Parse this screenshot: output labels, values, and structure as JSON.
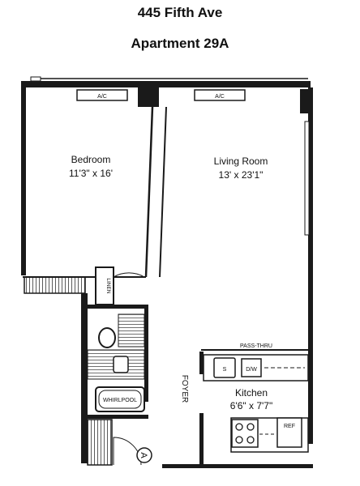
{
  "header": {
    "line1": "445 Fifth Ave",
    "line2": "Apartment 29A"
  },
  "rooms": {
    "bedroom": {
      "name": "Bedroom",
      "size": "11'3\" x 16'"
    },
    "living": {
      "name": "Living Room",
      "size": "13' x 23'1\""
    },
    "kitchen": {
      "name": "Kitchen",
      "size": "6'6\" x 7'7\""
    }
  },
  "labels": {
    "ac": "A/C",
    "linen": "LINEN",
    "pass_thru": "PASS-THRU",
    "foyer": "FOYER",
    "whirlpool": "WHIRLPOOL",
    "dw": "D/W",
    "refr": "REF",
    "entry_marker": "A"
  },
  "colors": {
    "wall": "#1a1a1a",
    "hatch": "#444444"
  }
}
